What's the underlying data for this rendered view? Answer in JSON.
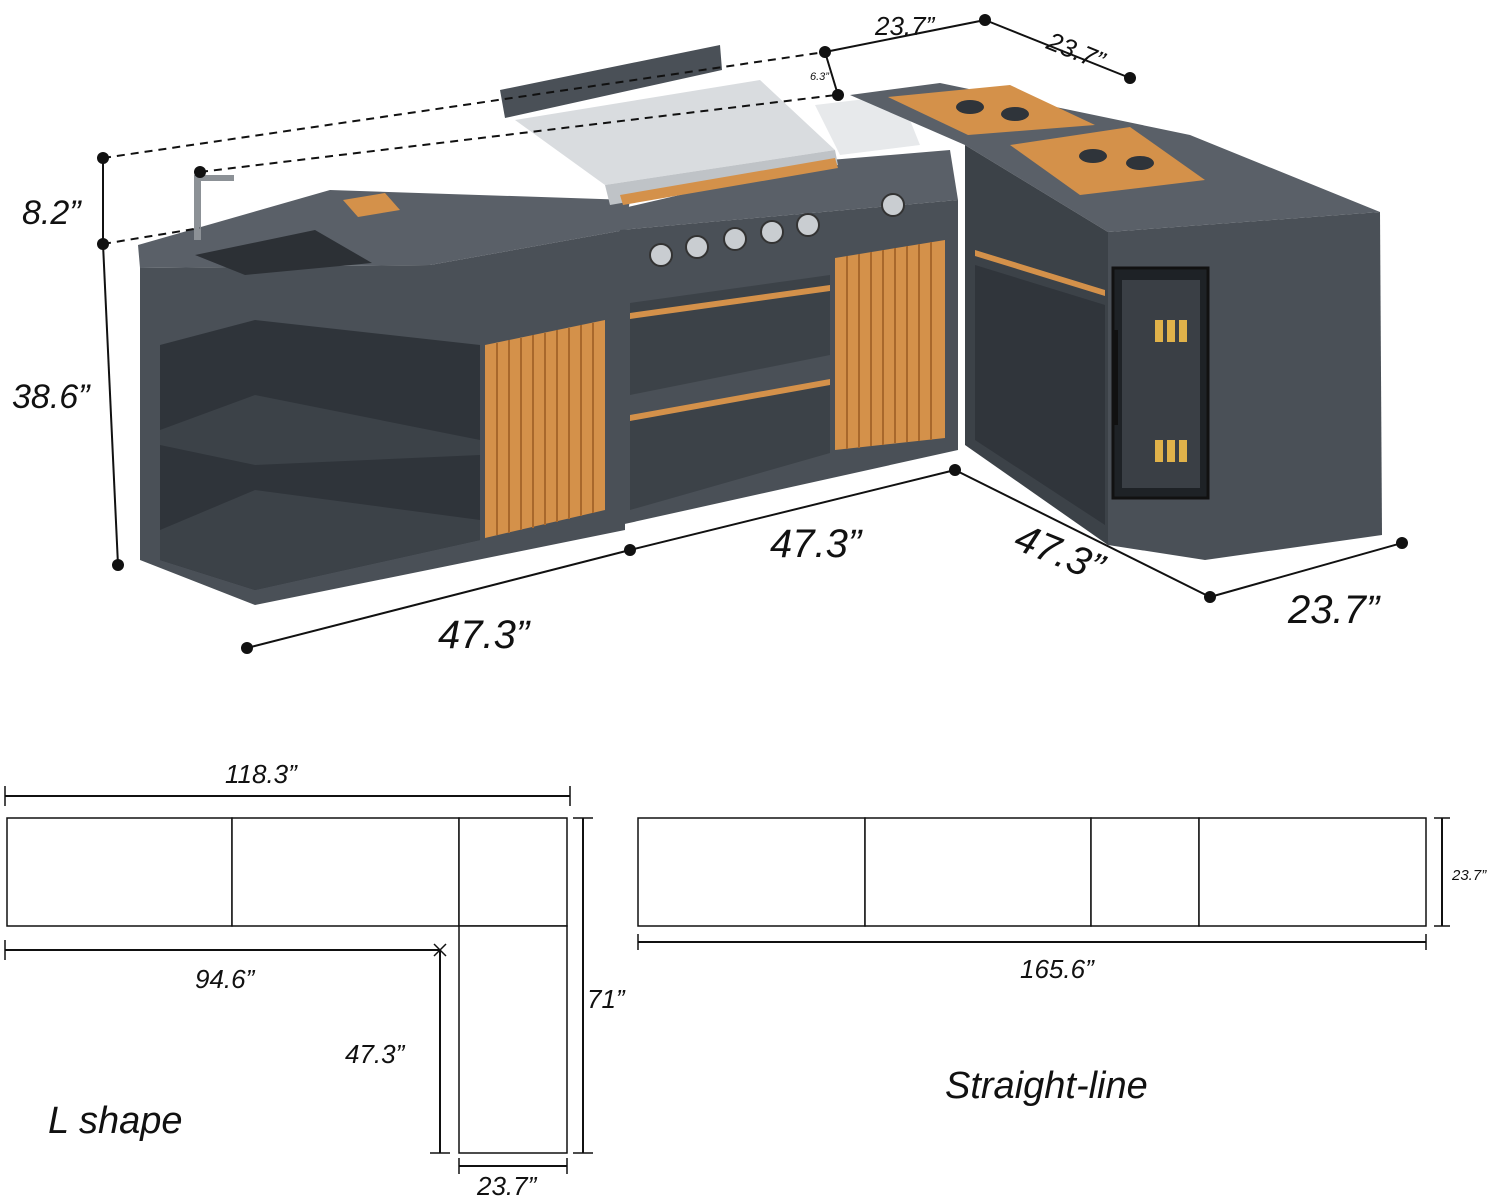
{
  "product_dimensions": {
    "top_depth_left": "23.7”",
    "top_depth_right": "23.7”",
    "backsplash_height": "6.3”",
    "backsplash_offset": "8.2”",
    "counter_height": "38.6”",
    "front_left_width": "47.3”",
    "front_center_width": "47.3”",
    "side_width": "47.3”",
    "end_depth": "23.7”"
  },
  "l_shape_plan": {
    "label": "L shape",
    "overall_width": "118.3”",
    "inner_width": "94.6”",
    "overall_depth": "71”",
    "leg_length": "47.3”",
    "leg_width": "23.7”"
  },
  "straight_plan": {
    "label": "Straight-line",
    "overall_width": "165.6”",
    "depth": "23.7”"
  },
  "colors": {
    "cabinet": "#4a5057",
    "cabinet_dark": "#2f343a",
    "cabinet_top": "#5a6068",
    "wood": "#d4914a",
    "steel": "#d9dcdf"
  }
}
